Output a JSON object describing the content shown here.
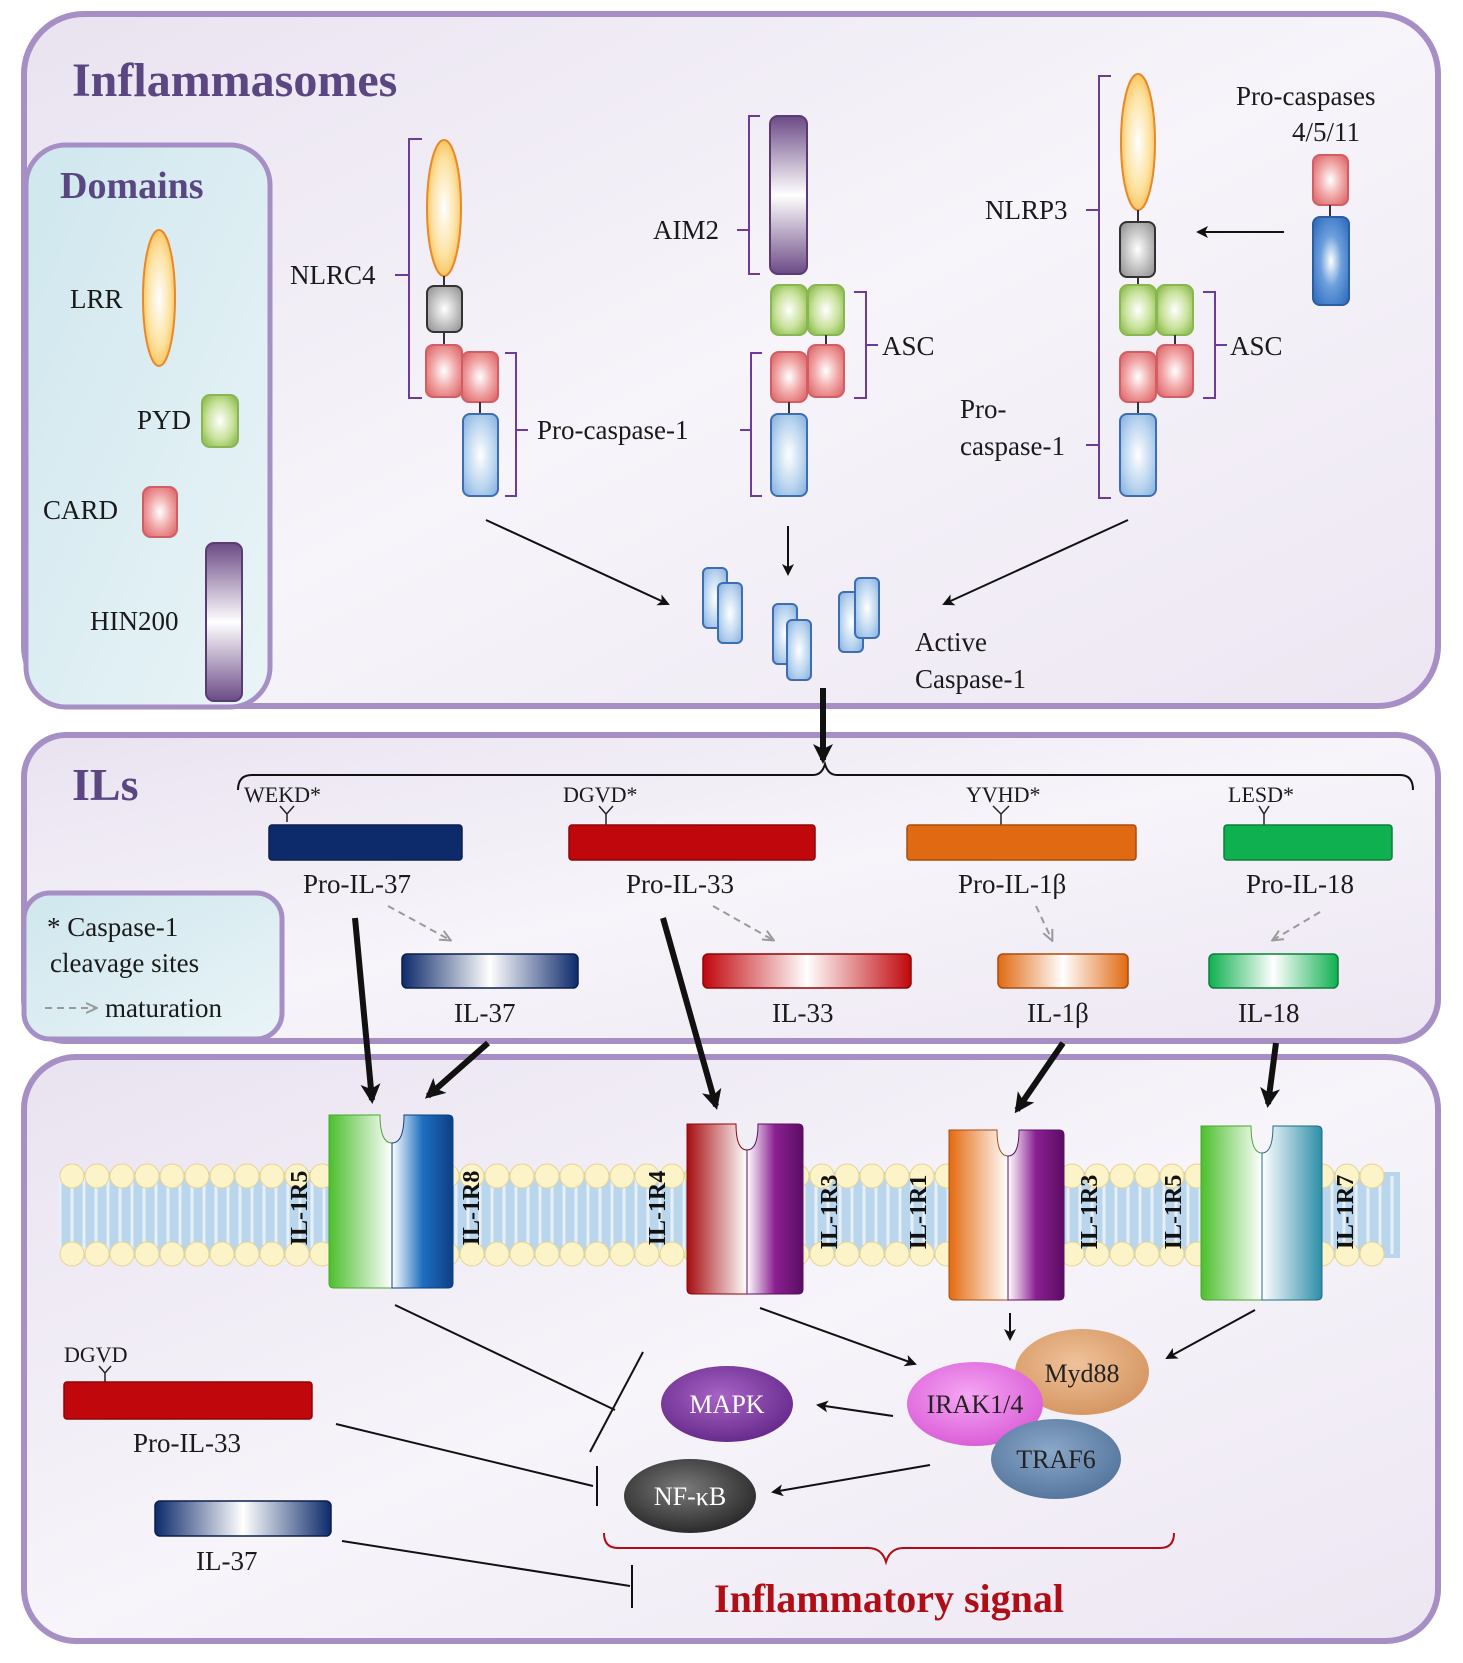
{
  "panels": {
    "inflammasomes_title": "Inflammasomes",
    "domains_title": "Domains",
    "ils_title": "ILs"
  },
  "domains": {
    "lrr": "LRR",
    "pyd": "PYD",
    "card": "CARD",
    "hin200": "HIN200"
  },
  "inflammasomes": {
    "nlrc4": "NLRC4",
    "aim2": "AIM2",
    "nlrp3": "NLRP3",
    "asc_1": "ASC",
    "asc_2": "ASC",
    "pro_caspase_1_a": "Pro-caspase-1",
    "pro_caspase_1_b_line1": "Pro-",
    "pro_caspase_1_b_line2": "caspase-1",
    "pro_caspases_line1": "Pro-caspases",
    "pro_caspases_line2": "4/5/11",
    "active_line1": "Active",
    "active_line2": "Caspase-1"
  },
  "interleukins": {
    "site_37": "WEKD*",
    "site_33": "DGVD*",
    "site_1b": "YVHD*",
    "site_18": "LESD*",
    "pro_il37": "Pro-IL-37",
    "pro_il33": "Pro-IL-33",
    "pro_il1b": "Pro-IL-1β",
    "pro_il18": "Pro-IL-18",
    "il37": "IL-37",
    "il33": "IL-33",
    "il1b": "IL-1β",
    "il18": "IL-18",
    "legend_line1": "* Caspase-1",
    "legend_line2": "cleavage sites",
    "legend_line3": "maturation"
  },
  "receptors": {
    "r1": "IL-1R5",
    "r2": "IL-1R8",
    "r3": "IL-1R4",
    "r4": "IL-1R3",
    "r5": "IL-1R1",
    "r6": "IL-1R3",
    "r7": "IL-1R5",
    "r8": "IL-1R7"
  },
  "signaling": {
    "site_dgvd": "DGVD",
    "pro_il33": "Pro-IL-33",
    "il37": "IL-37",
    "myd88": "Myd88",
    "irak": "IRAK1/4",
    "traf6": "TRAF6",
    "mapk": "MAPK",
    "nfkb": "NF-κB",
    "inflammatory_signal": "Inflammatory signal"
  },
  "colors": {
    "panel_border": "#a58fc4",
    "title": "#5a4781",
    "il37": "#0d2a6b",
    "il33": "#c0070c",
    "il1b": "#e06a12",
    "il18": "#0fb050",
    "inflammatory_signal": "#b00e16"
  }
}
